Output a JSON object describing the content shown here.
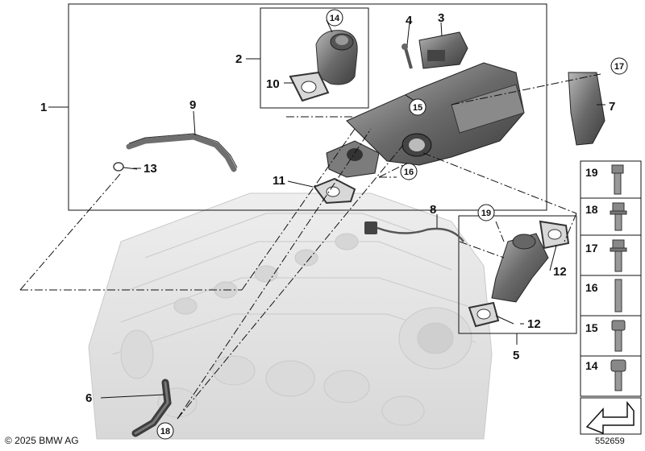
{
  "callouts": {
    "c1": "1",
    "c2": "2",
    "c3": "3",
    "c4": "4",
    "c5": "5",
    "c6": "6",
    "c7": "7",
    "c8": "8",
    "c9": "9",
    "c10": "10",
    "c11": "11",
    "c12a": "12",
    "c12b": "12",
    "c13": "13"
  },
  "circled": {
    "c14": "14",
    "c15": "15",
    "c16": "16",
    "c17": "17",
    "c18": "18",
    "c19a": "19"
  },
  "sidebar": {
    "items": [
      {
        "label": "19",
        "icon": "hex-bolt-washer-icon"
      },
      {
        "label": "18",
        "icon": "flange-bolt-icon"
      },
      {
        "label": "17",
        "icon": "collar-bolt-icon"
      },
      {
        "label": "16",
        "icon": "stud-bolt-icon"
      },
      {
        "label": "15",
        "icon": "socket-screw-icon"
      },
      {
        "label": "14",
        "icon": "torx-screw-icon"
      }
    ]
  },
  "footer": {
    "copyright": "© 2025 BMW AG",
    "image_id": "552659"
  },
  "colors": {
    "line": "#111111",
    "part": "#6f6f6f",
    "engine": "#e4e4e4"
  }
}
